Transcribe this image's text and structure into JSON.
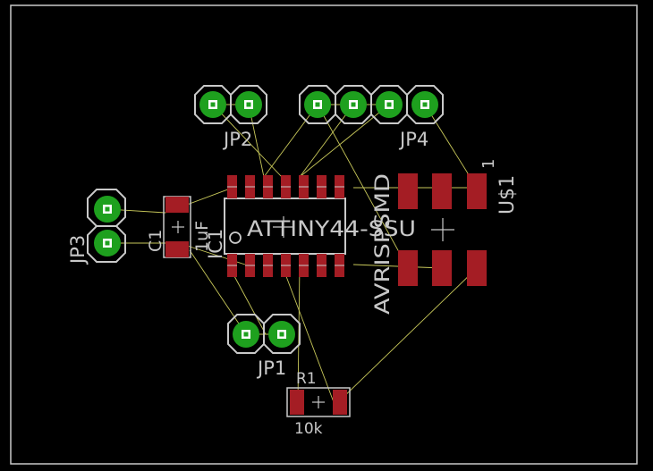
{
  "colors": {
    "background": "#000000",
    "outline": "#c9c9c9",
    "pad": "#a41d24",
    "via_ring": "#1ea01e",
    "airwire": "#c8c85a",
    "silk": "#c8c8c8"
  },
  "labels": {
    "jp2": "JP2",
    "jp4": "JP4",
    "jp3": "JP3",
    "jp1": "JP1",
    "c1": "C1",
    "c1_value": "1uF",
    "ic1": "IC1",
    "attiny": "ATTINY44-SSU",
    "avrisp": "AVRISPSMD",
    "us1": "U$1",
    "pin1": "1",
    "r1": "R1",
    "r1_value": "10k"
  },
  "icons": [
    "through-hole-pad-icon",
    "smd-pad-icon",
    "origin-cross-icon",
    "pin1-dot-icon"
  ]
}
